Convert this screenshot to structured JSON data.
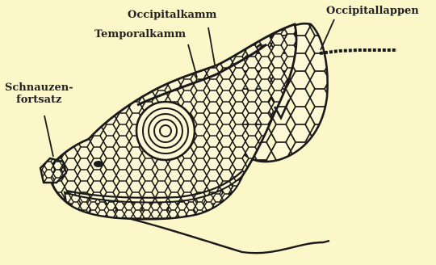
{
  "figure": {
    "colors": {
      "background": "#fbf7c9",
      "ink": "#1a1a1a"
    },
    "labels": {
      "occipitalkamm": "Occipitalkamm",
      "temporalkamm": "Temporalkamm",
      "occipitallappen": "Occipitallappen",
      "schnauzenfortsatz_line1": "Schnauzen-",
      "schnauzenfortsatz_line2": "fortsatz"
    }
  }
}
